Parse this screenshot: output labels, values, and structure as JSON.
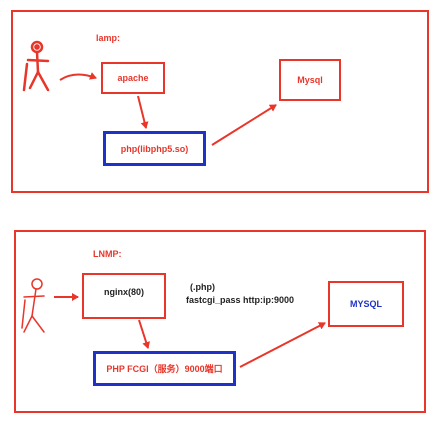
{
  "lamp": {
    "title": "lamp:",
    "apache": "apache",
    "php": "php(libphp5.so)",
    "mysql": "Mysql"
  },
  "lnmp": {
    "title": "LNMP:",
    "nginx": "nginx(80)",
    "note_ext": "(.php)",
    "note_pass": "fastcgi_pass http:ip:9000",
    "php_fcgi": "PHP FCGI（服务）9000端口",
    "mysql": "MYSQL"
  },
  "colors": {
    "line": "#e8362b",
    "php_border": "#1f32c8"
  },
  "icons": [
    "stick-figure-icon",
    "stick-figure-icon"
  ]
}
